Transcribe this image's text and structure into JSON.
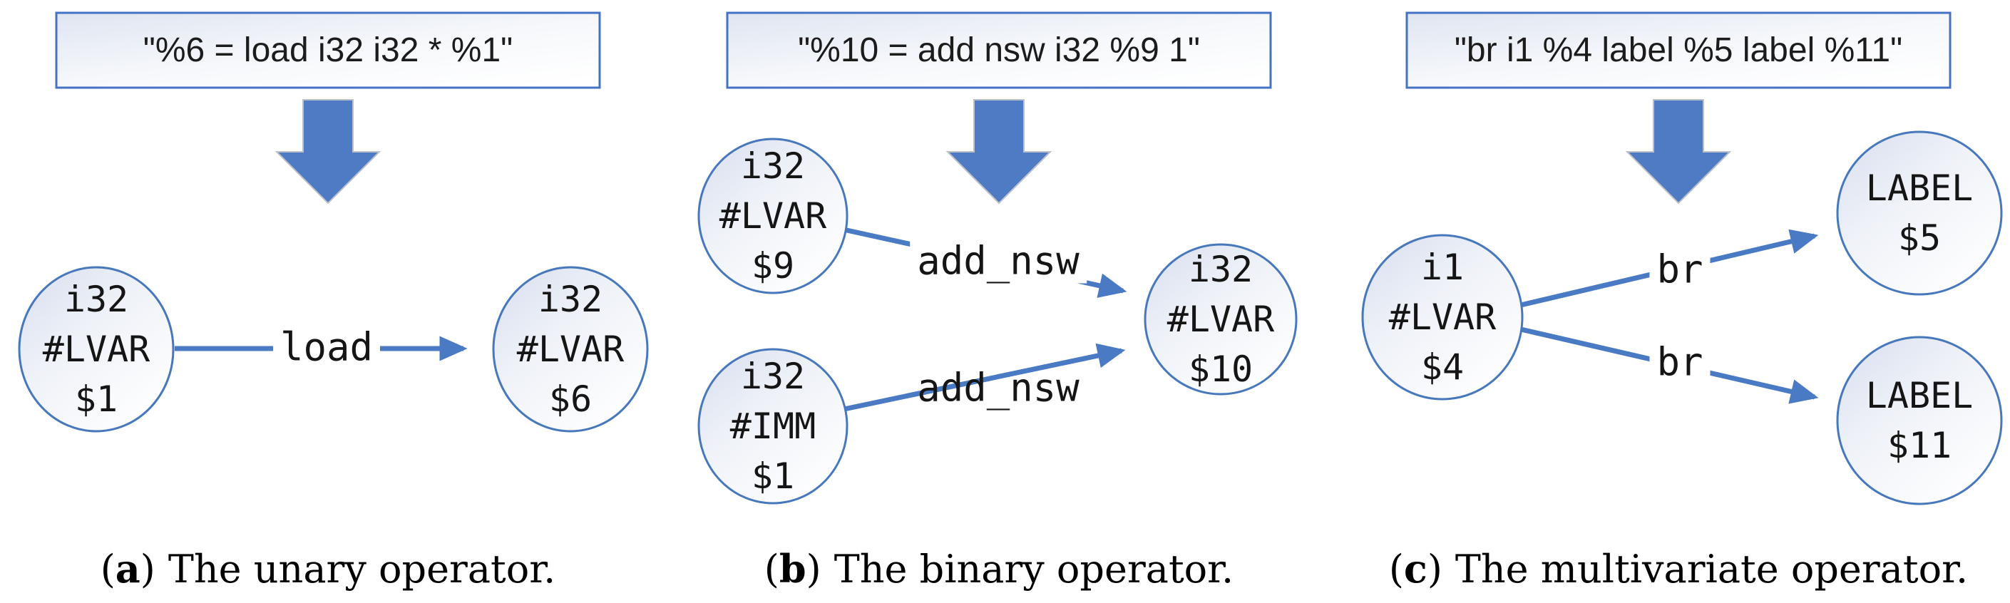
{
  "figure": {
    "colors": {
      "accent_blue": "#4472c4",
      "big_arrow_fill": "#4f7ac4",
      "node_stroke": "#4878bc",
      "edge_stroke": "#4a7ac4",
      "text": "#1c1c1c",
      "node_fill_light": "#d7deee",
      "background": "#ffffff"
    },
    "panels": [
      {
        "key": "a",
        "instruction": "\"%6 = load i32 i32 * %1\"",
        "nodes": [
          {
            "lines": [
              "i32",
              "#LVAR",
              "$1"
            ]
          },
          {
            "lines": [
              "i32",
              "#LVAR",
              "$6"
            ]
          }
        ],
        "edge_labels": [
          "load"
        ],
        "caption": {
          "prefix": "(",
          "letter": "a",
          "suffix": ")",
          "text": "The unary operator."
        }
      },
      {
        "key": "b",
        "instruction": "\"%10 = add nsw i32 %9 1\"",
        "nodes": [
          {
            "lines": [
              "i32",
              "#LVAR",
              "$9"
            ]
          },
          {
            "lines": [
              "i32",
              "#IMM",
              "$1"
            ]
          },
          {
            "lines": [
              "i32",
              "#LVAR",
              "$10"
            ]
          }
        ],
        "edge_labels": [
          "add_nsw",
          "add_nsw"
        ],
        "caption": {
          "prefix": "(",
          "letter": "b",
          "suffix": ")",
          "text": "The binary operator."
        }
      },
      {
        "key": "c",
        "instruction": "\"br i1 %4 label %5 label %11\"",
        "nodes": [
          {
            "lines": [
              "i1",
              "#LVAR",
              "$4"
            ]
          },
          {
            "lines": [
              "LABEL",
              "$5"
            ]
          },
          {
            "lines": [
              "LABEL",
              "$11"
            ]
          }
        ],
        "edge_labels": [
          "br",
          "br"
        ],
        "caption": {
          "prefix": "(",
          "letter": "c",
          "suffix": ")",
          "text": "The multivariate operator."
        }
      }
    ]
  }
}
